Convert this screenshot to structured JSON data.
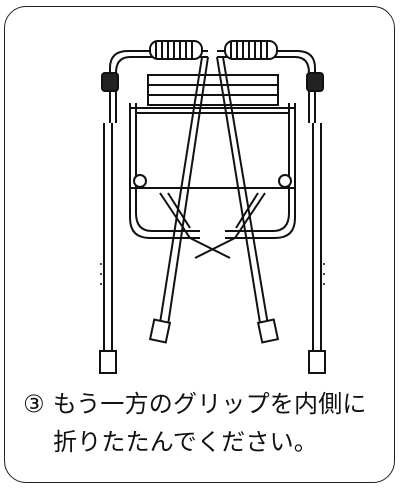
{
  "instruction": {
    "step_marker": "③",
    "line1": "もう一方のグリップを内側に",
    "line2": "折りたたんでください。"
  },
  "illustration": {
    "subject": "walker-frame",
    "state": "folded"
  }
}
